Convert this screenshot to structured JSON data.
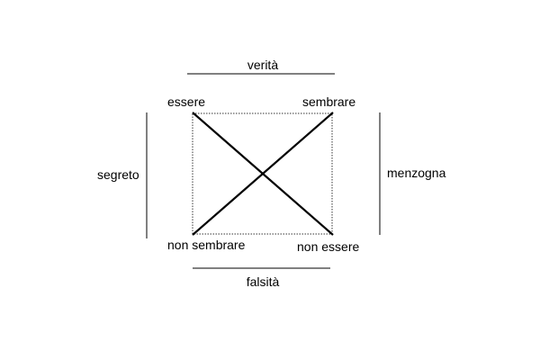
{
  "diagram": {
    "corners": {
      "top_left": "essere",
      "top_right": "sembrare",
      "bottom_left": "non sembrare",
      "bottom_right": "non essere"
    },
    "relations": {
      "top": "verità",
      "bottom": "falsità",
      "left": "segreto",
      "right": "menzogna"
    },
    "colors": {
      "line": "#000000",
      "dotted_box": "#333333",
      "background": "#ffffff"
    }
  }
}
